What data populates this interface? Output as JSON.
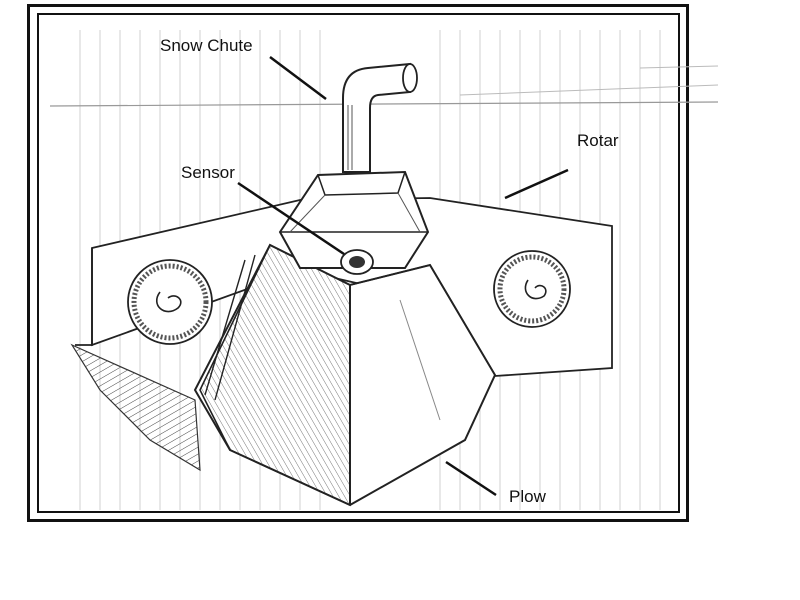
{
  "diagram": {
    "labels": {
      "snow_chute": "Snow Chute",
      "rotar": "Rotar",
      "sensor": "Sensor",
      "plow": "Plow"
    }
  }
}
